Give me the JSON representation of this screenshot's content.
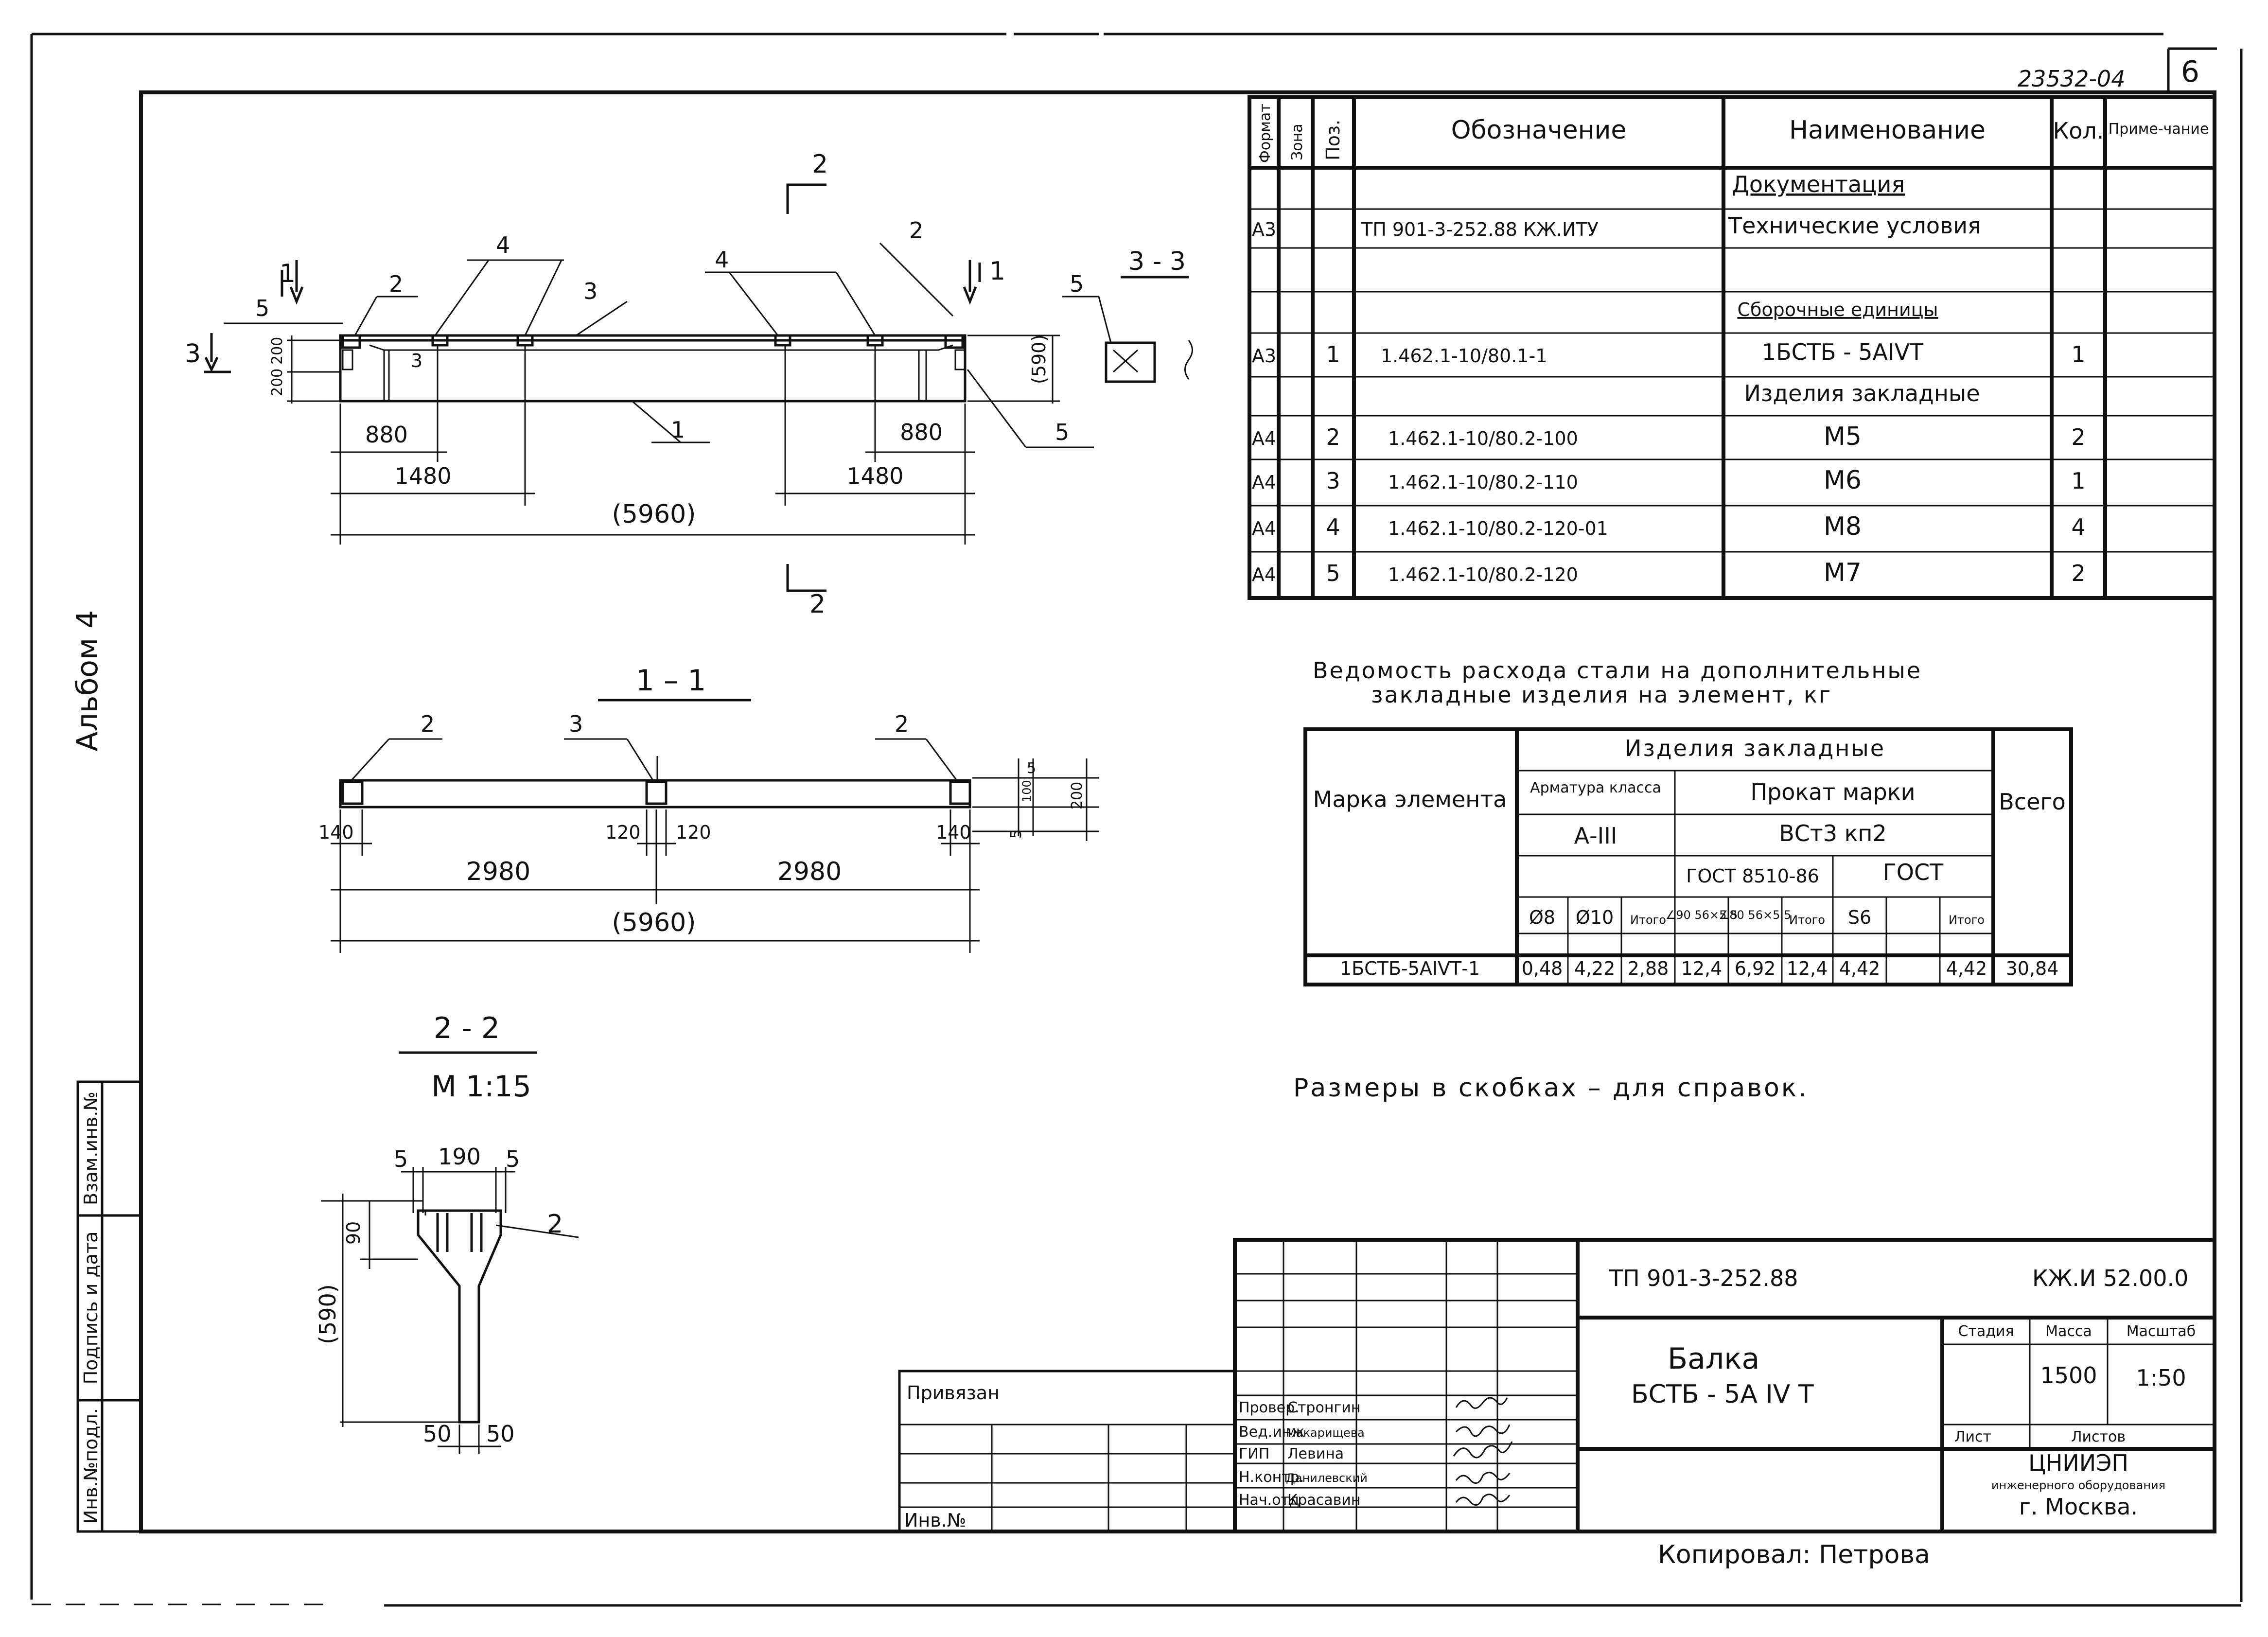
{
  "sheet": {
    "doc_number": "23532-04",
    "page": "6",
    "album": "Альбом 4",
    "note": "Размеры в скобках – для справок.",
    "copied": "Копировал: Петрова"
  },
  "drawing": {
    "section_22_mark": "2",
    "section_11_mark": "1",
    "section_33_title": "3 - 3",
    "section_11_title": "1 – 1",
    "section_22_title": "2 - 2",
    "section_22_scale": "М 1:15",
    "view_labels": {
      "d880": "880",
      "d1480": "1480",
      "d5960": "(5960)",
      "d590": "(590)",
      "d200": "200",
      "d2980": "2980",
      "d140": "140",
      "d120": "120",
      "d5": "5",
      "d190": "190",
      "d90": "90",
      "d100": "100",
      "d50": "50",
      "p1": "1",
      "p2": "2",
      "p3": "3",
      "p4": "4",
      "p5": "5"
    }
  },
  "spec": {
    "headers": [
      "Формат",
      "Зона",
      "Поз.",
      "Обозначение",
      "Наименование",
      "Кол.",
      "Приме-чание"
    ],
    "rows": [
      {
        "fmt": "",
        "zone": "",
        "pos": "",
        "code": "",
        "name": "Документация",
        "qty": "",
        "note": ""
      },
      {
        "fmt": "А3",
        "zone": "",
        "pos": "",
        "code": "ТП 901-3-252.88  КЖ.ИТУ",
        "name": "Технические условия",
        "qty": "",
        "note": ""
      },
      {
        "fmt": "",
        "zone": "",
        "pos": "",
        "code": "",
        "name": "",
        "qty": "",
        "note": ""
      },
      {
        "fmt": "",
        "zone": "",
        "pos": "",
        "code": "",
        "name": "Сборочные единицы",
        "qty": "",
        "note": ""
      },
      {
        "fmt": "А3",
        "zone": "",
        "pos": "1",
        "code": "1.462.1-10/80.1-1",
        "name": "1БСТБ - 5АIVТ",
        "qty": "1",
        "note": ""
      },
      {
        "fmt": "",
        "zone": "",
        "pos": "",
        "code": "",
        "name": "Изделия закладные",
        "qty": "",
        "note": ""
      },
      {
        "fmt": "А4",
        "zone": "",
        "pos": "2",
        "code": "1.462.1-10/80.2-100",
        "name": "М5",
        "qty": "2",
        "note": ""
      },
      {
        "fmt": "А4",
        "zone": "",
        "pos": "3",
        "code": "1.462.1-10/80.2-110",
        "name": "М6",
        "qty": "1",
        "note": ""
      },
      {
        "fmt": "А4",
        "zone": "",
        "pos": "4",
        "code": "1.462.1-10/80.2-120-01",
        "name": "М8",
        "qty": "4",
        "note": ""
      },
      {
        "fmt": "А4",
        "zone": "",
        "pos": "5",
        "code": "1.462.1-10/80.2-120",
        "name": "М7",
        "qty": "2",
        "note": ""
      }
    ]
  },
  "steel": {
    "title_line1": "Ведомость расхода стали на дополнительные",
    "title_line2": "закладные изделия на элемент, кг",
    "h_items": "Изделия закладные",
    "h_mark": "Марка элемента",
    "h_rebar": "Арматура класса",
    "h_rebar_class": "А-III",
    "h_rolled": "Прокат марки",
    "h_rolled_grade": "ВСт3 кп2",
    "h_gost1": "ГОСТ 8510-86",
    "h_gost2": "ГОСТ",
    "h_total": "Всего",
    "cols": [
      "Ø8",
      "Ø10",
      "Итого",
      "∠90 56×5,5",
      "∠80 56×5,5",
      "Итого",
      "S6",
      "",
      "Итого"
    ],
    "row": {
      "mark": "1БСТБ-5АIVТ-1",
      "values": [
        "0,48",
        "4,22",
        "2,88",
        "12,4",
        "6,92",
        "12,4",
        "4,42",
        "",
        "4,42"
      ],
      "total": "30,84"
    }
  },
  "stamp": {
    "doc_code": "ТП 901-3-252.88",
    "sheet_code": "КЖ.И 52.00.0",
    "title_line1": "Балка",
    "title_line2": "БСТБ - 5А IV Т",
    "h_stage": "Стадия",
    "h_mass": "Масса",
    "h_scale": "Масштаб",
    "mass": "1500",
    "scale": "1:50",
    "h_sheet": "Лист",
    "h_sheets": "Листов",
    "org1": "ЦНИИЭП",
    "org2": "инженерного оборудования",
    "org3": "г. Москва.",
    "tied": "Привязан",
    "inv_no": "Инв.№",
    "people": [
      {
        "role": "Провер.",
        "name": "Стронгин"
      },
      {
        "role": "Вед.инж",
        "name": "Макарищева"
      },
      {
        "role": "ГИП",
        "name": "Левина"
      },
      {
        "role": "Н.контр.",
        "name": "Данилевский"
      },
      {
        "role": "Нач.отд",
        "name": "Красавин"
      }
    ]
  },
  "margin_labels": {
    "inv_podl": "Инв.№подл.",
    "sign_date": "Подпись и дата",
    "vzam_inv": "Взам.инв.№"
  }
}
